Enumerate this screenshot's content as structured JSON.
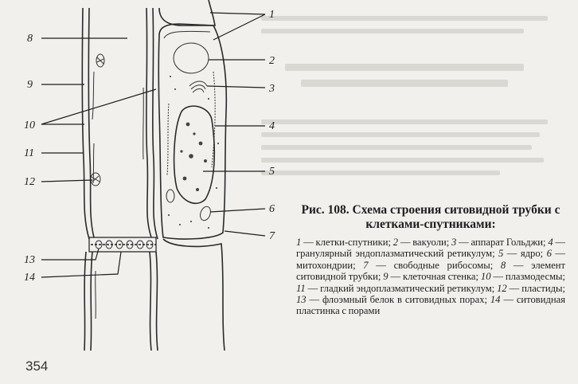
{
  "figure": {
    "labels": [
      "1",
      "2",
      "3",
      "4",
      "5",
      "6",
      "7",
      "8",
      "9",
      "10",
      "11",
      "12",
      "13",
      "14"
    ]
  },
  "caption": {
    "title": "Рис. 108. Схема строения ситовидной трубки с клетками-спутниками:",
    "items": [
      {
        "n": "1",
        "text": "клетки-спутники"
      },
      {
        "n": "2",
        "text": "вакуоли"
      },
      {
        "n": "3",
        "text": "аппарат Гольджи"
      },
      {
        "n": "4",
        "text": "гранулярный эндоплазматический ретикулум"
      },
      {
        "n": "5",
        "text": "ядро"
      },
      {
        "n": "6",
        "text": "митохондрии"
      },
      {
        "n": "7",
        "text": "свободные рибосомы"
      },
      {
        "n": "8",
        "text": "элемент ситовидной трубки"
      },
      {
        "n": "9",
        "text": "клеточная стенка"
      },
      {
        "n": "10",
        "text": "плазмодесмы"
      },
      {
        "n": "11",
        "text": "гладкий эндоплазматический ретикулум"
      },
      {
        "n": "12",
        "text": "пластиды"
      },
      {
        "n": "13",
        "text": "флоэмный белок в ситовидных порах"
      },
      {
        "n": "14",
        "text": "ситовидная пластинка с порами"
      }
    ]
  },
  "page": {
    "number": "354"
  }
}
